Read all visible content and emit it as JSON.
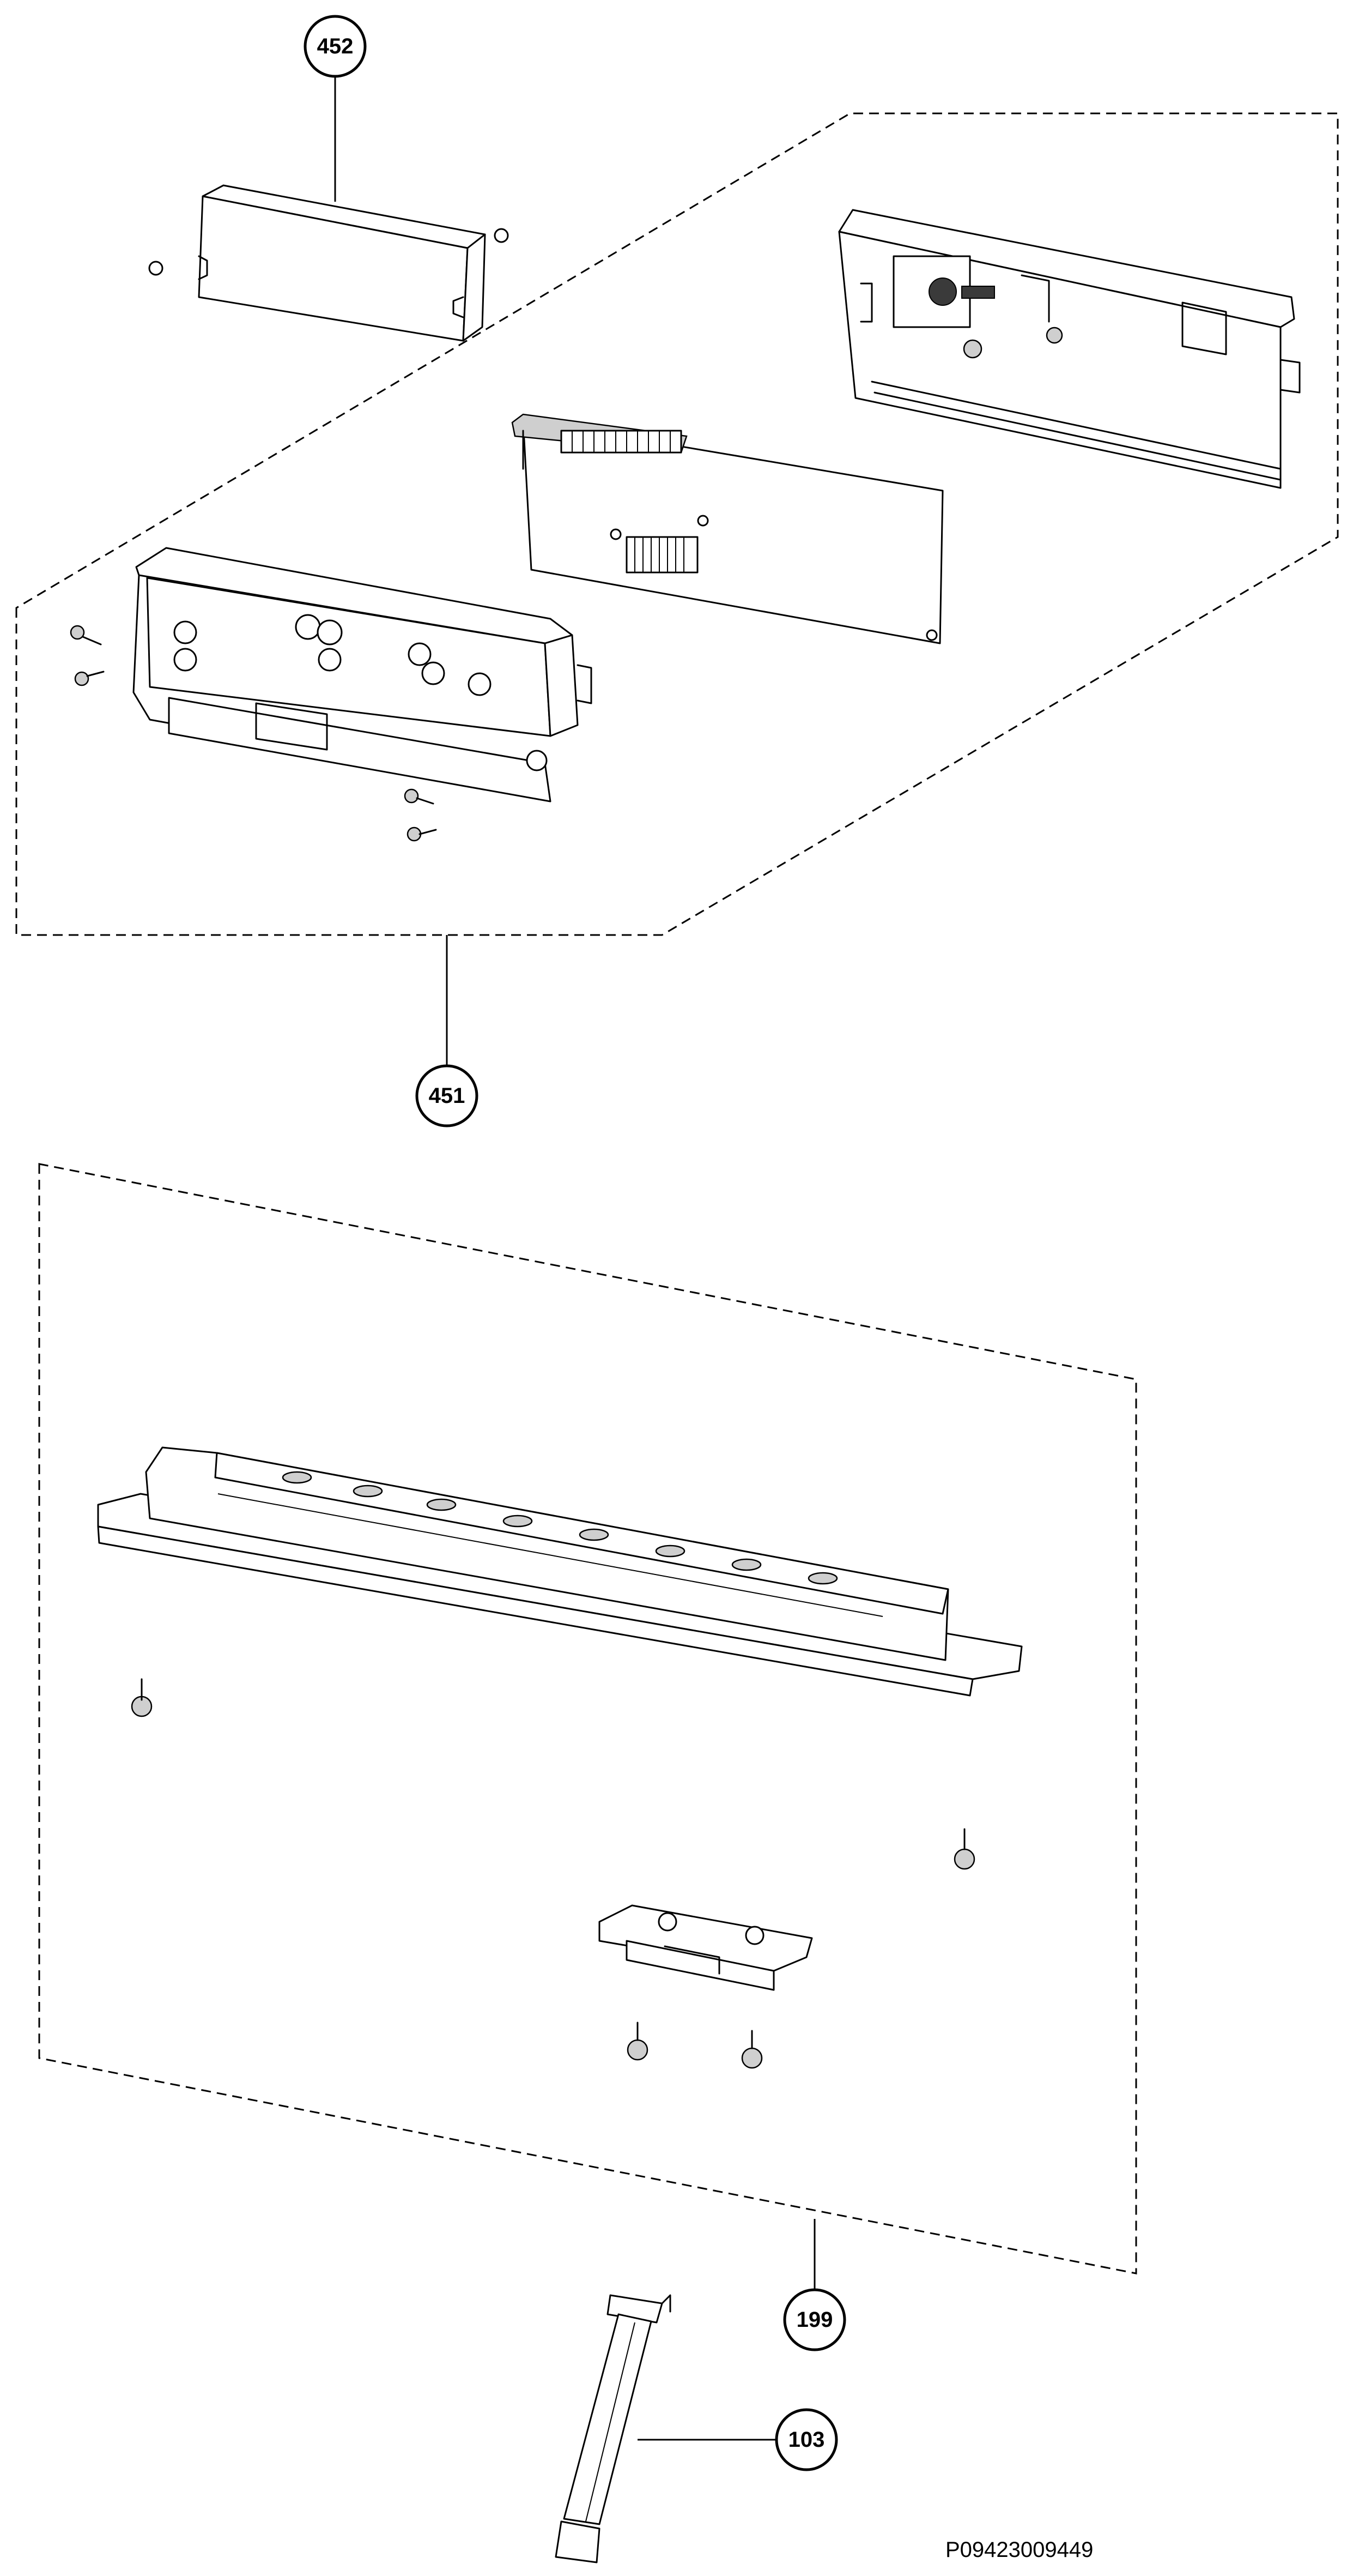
{
  "callouts": [
    {
      "id": "c452",
      "label": "452"
    },
    {
      "id": "c451",
      "label": "451"
    },
    {
      "id": "c199",
      "label": "199"
    },
    {
      "id": "c103",
      "label": "103"
    }
  ],
  "drawing_reference": "P09423009449",
  "parts": [
    {
      "label": "452",
      "description_visible": false
    },
    {
      "label": "451",
      "description_visible": false
    },
    {
      "label": "199",
      "description_visible": false
    },
    {
      "label": "103",
      "description_visible": false
    }
  ]
}
